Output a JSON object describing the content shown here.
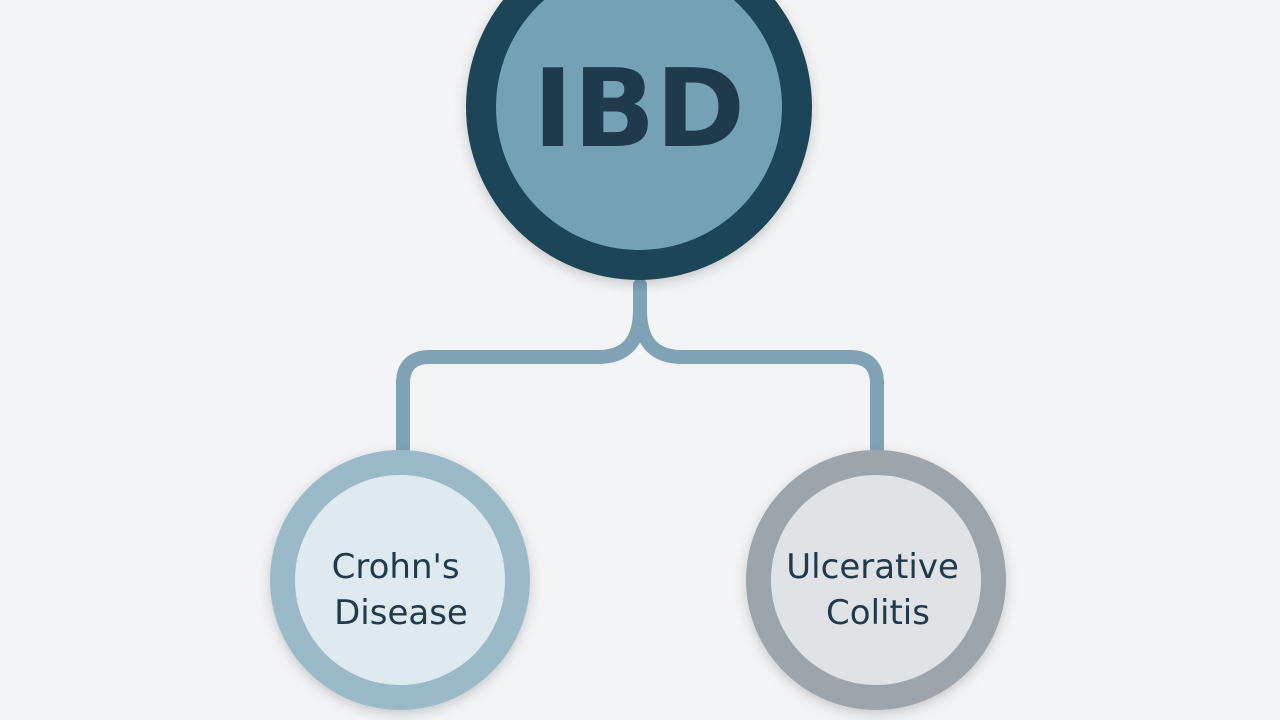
{
  "root": {
    "label": "IBD",
    "colors": {
      "ring": "#1e4558",
      "fill": "#74a1b4",
      "text": "#173b4f"
    }
  },
  "children": [
    {
      "lines": [
        "Crohn's",
        "Disease"
      ],
      "colors": {
        "ring": "#9bbac8",
        "fill": "#deeaef",
        "text": "#1f3a4c"
      }
    },
    {
      "lines": [
        "Ulcerative",
        "Colitis"
      ],
      "colors": {
        "ring": "#9ea5aa",
        "fill": "#dfe3e6",
        "text": "#1f3a4c"
      }
    }
  ],
  "connector_color": "#7fa3b5"
}
